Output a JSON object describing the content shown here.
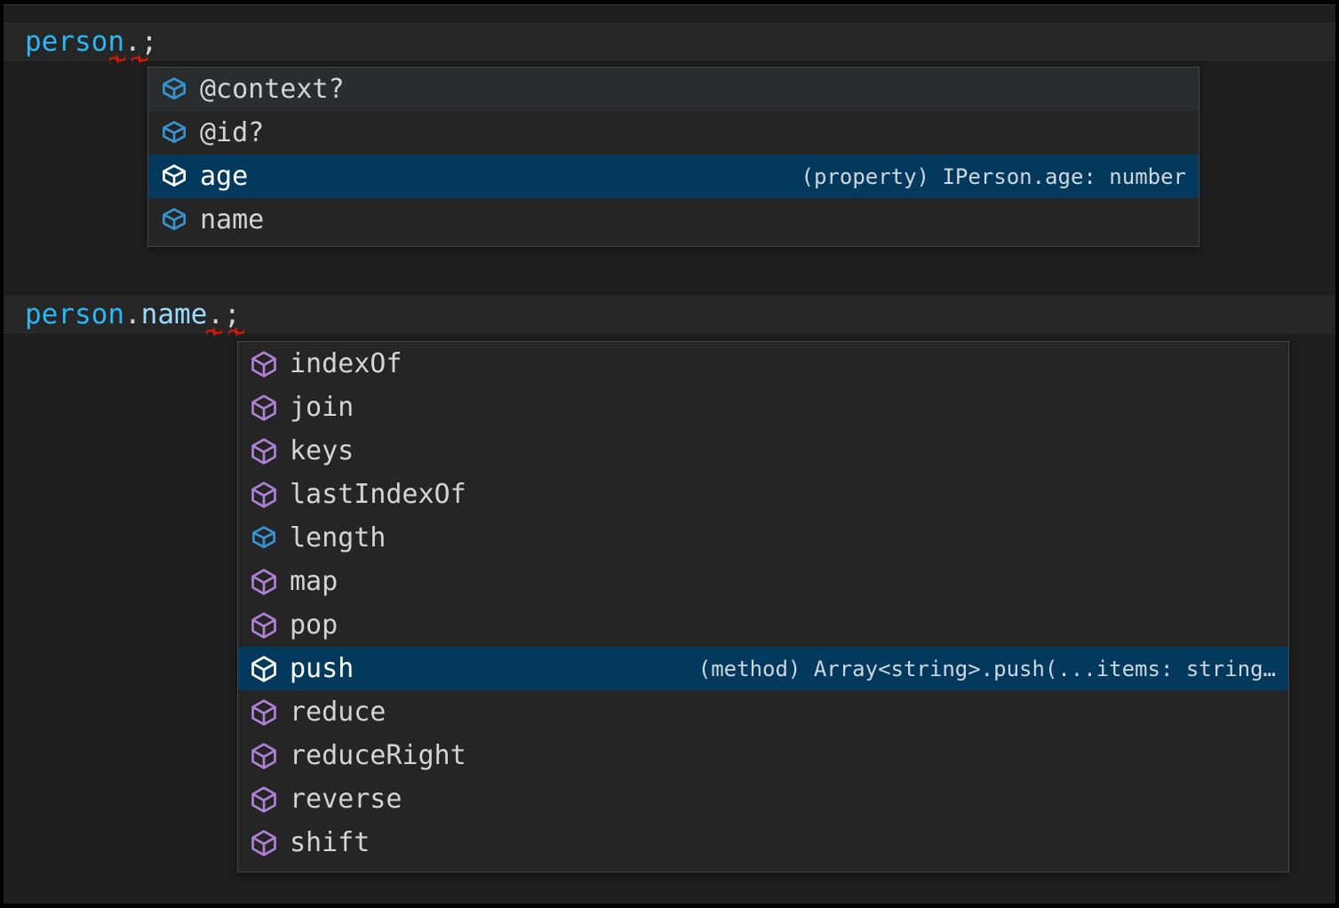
{
  "editor": {
    "background_color": "#1e1e1e",
    "lines": [
      {
        "id": "line-1",
        "text": "person.;",
        "segments": [
          {
            "text": "person",
            "kind": "variable"
          },
          {
            "text": ".",
            "kind": "punctuation"
          },
          {
            "text": ";",
            "kind": "punctuation"
          }
        ],
        "has_error_squiggles": true
      },
      {
        "id": "line-2",
        "text": "person.name.;",
        "segments": [
          {
            "text": "person",
            "kind": "variable"
          },
          {
            "text": ".",
            "kind": "punctuation"
          },
          {
            "text": "name",
            "kind": "property"
          },
          {
            "text": ".",
            "kind": "punctuation"
          },
          {
            "text": ";",
            "kind": "punctuation"
          }
        ],
        "has_error_squiggles": true
      }
    ],
    "colors": {
      "variable": "#29b8f5",
      "property": "#9cdcfe",
      "punctuation": "#d4d4d4",
      "error_squiggle": "#e51400",
      "current_line": "#262626"
    }
  },
  "suggest_widgets": [
    {
      "id": "person-completions",
      "trigger": "person.",
      "selected_index": 2,
      "hovered_index": 0,
      "items": [
        {
          "label": "@context?",
          "icon": "property-cube-icon",
          "icon_color": "#3794d2",
          "detail": ""
        },
        {
          "label": "@id?",
          "icon": "property-cube-icon",
          "icon_color": "#3794d2",
          "detail": ""
        },
        {
          "label": "age",
          "icon": "property-cube-icon",
          "icon_color": "#ffffff",
          "detail": "(property) IPerson.age: number"
        },
        {
          "label": "name",
          "icon": "property-cube-icon",
          "icon_color": "#3794d2",
          "detail": ""
        }
      ]
    },
    {
      "id": "person-name-completions",
      "trigger": "person.name.",
      "selected_index": 7,
      "hovered_index": -1,
      "items": [
        {
          "label": "indexOf",
          "icon": "method-cube-icon",
          "icon_color": "#b180d7",
          "detail": ""
        },
        {
          "label": "join",
          "icon": "method-cube-icon",
          "icon_color": "#b180d7",
          "detail": ""
        },
        {
          "label": "keys",
          "icon": "method-cube-icon",
          "icon_color": "#b180d7",
          "detail": ""
        },
        {
          "label": "lastIndexOf",
          "icon": "method-cube-icon",
          "icon_color": "#b180d7",
          "detail": ""
        },
        {
          "label": "length",
          "icon": "property-cube-icon",
          "icon_color": "#3794d2",
          "detail": ""
        },
        {
          "label": "map",
          "icon": "method-cube-icon",
          "icon_color": "#b180d7",
          "detail": ""
        },
        {
          "label": "pop",
          "icon": "method-cube-icon",
          "icon_color": "#b180d7",
          "detail": ""
        },
        {
          "label": "push",
          "icon": "method-cube-icon",
          "icon_color": "#ffffff",
          "detail": "(method) Array<string>.push(...items: string…"
        },
        {
          "label": "reduce",
          "icon": "method-cube-icon",
          "icon_color": "#b180d7",
          "detail": ""
        },
        {
          "label": "reduceRight",
          "icon": "method-cube-icon",
          "icon_color": "#b180d7",
          "detail": ""
        },
        {
          "label": "reverse",
          "icon": "method-cube-icon",
          "icon_color": "#b180d7",
          "detail": ""
        },
        {
          "label": "shift",
          "icon": "method-cube-icon",
          "icon_color": "#b180d7",
          "detail": ""
        }
      ]
    }
  ],
  "theme": {
    "widget_background": "#252526",
    "widget_border": "#454545",
    "row_hover": "#2a2d2e",
    "row_selected": "#04395e",
    "label_color": "#d4d4d4",
    "label_selected_color": "#ffffff",
    "detail_color": "#cfd6dc"
  }
}
